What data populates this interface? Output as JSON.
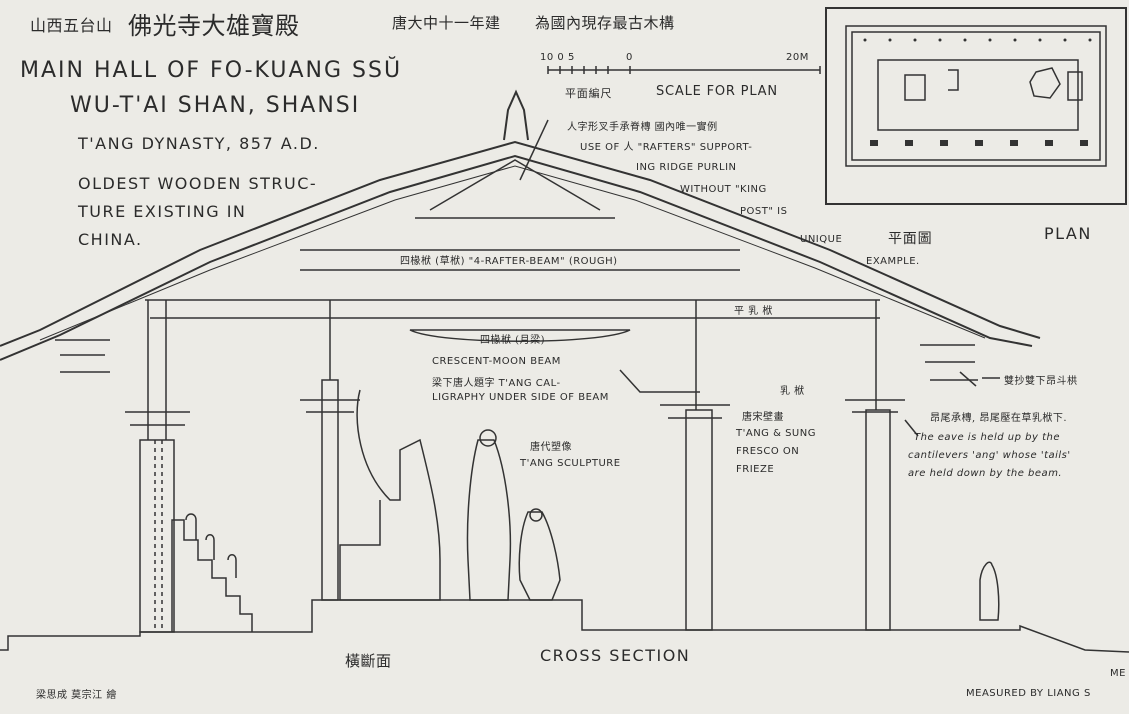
{
  "header": {
    "chinese_title_small": "山西五台山",
    "chinese_title_large": "佛光寺大雄寶殿",
    "chinese_date": "唐大中十一年建",
    "chinese_note": "為國內現存最古木構"
  },
  "title": {
    "line1": "MAIN HALL OF FO-KUANG SSŬ",
    "line2": "WU-T'AI SHAN, SHANSI",
    "line3": "T'ANG DYNASTY, 857 A.D."
  },
  "subtitle": {
    "line1": "OLDEST WOODEN STRUC-",
    "line2": "TURE EXISTING IN",
    "line3": "CHINA."
  },
  "scale": {
    "left": "10 0 5",
    "zero": "0",
    "right": "20M",
    "label_cn": "平面編尺",
    "label_en": "SCALE FOR PLAN"
  },
  "plan": {
    "label_cn": "平面圖",
    "label_en": "PLAN"
  },
  "annotations": {
    "rafters_cn": "人字形叉手承脊槫 國內唯一實例",
    "rafters_en_1": "USE OF 人 \"RAFTERS\" SUPPORT-",
    "rafters_en_2": "ING RIDGE PURLIN",
    "rafters_en_3": "WITHOUT \"KING",
    "rafters_en_4": "POST\" IS",
    "rafters_en_5": "UNIQUE",
    "rafters_en_6": "EXAMPLE.",
    "four_rafter_beam": "四椽栿 (草栿) \"4-RAFTER-BEAM\" (ROUGH)",
    "four_rafter_beam_moon": "四椽栿 (月梁)",
    "ping_ru_fu": "平 乳 栿",
    "ru_fu": "乳 栿",
    "crescent_1": "CRESCENT-MOON BEAM",
    "crescent_2": "梁下唐人題字 T'ANG CAL-",
    "crescent_3": "LIGRAPHY UNDER SIDE OF BEAM",
    "bracket_cn": "雙抄雙下昂斗栱",
    "eave_cn": "昂尾承槫, 昂尾壓在草乳栿下.",
    "eave_en_1": "The eave is held up by the",
    "eave_en_2": "cantilevers 'ang' whose 'tails'",
    "eave_en_3": "are held down by the beam.",
    "fresco_cn": "唐宋壁畫",
    "fresco_1": "T'ANG & SUNG",
    "fresco_2": "FRESCO ON",
    "fresco_3": "FRIEZE",
    "sculpture_cn": "唐代塑像",
    "sculpture_en": "T'ANG SCULPTURE"
  },
  "section": {
    "label_cn": "橫斷面",
    "label_en": "CROSS SECTION"
  },
  "credits": {
    "drawn_by_cn": "梁思成 莫宗江 繪",
    "measured_by": "MEASURED BY LIANG S",
    "corner": "ME"
  }
}
